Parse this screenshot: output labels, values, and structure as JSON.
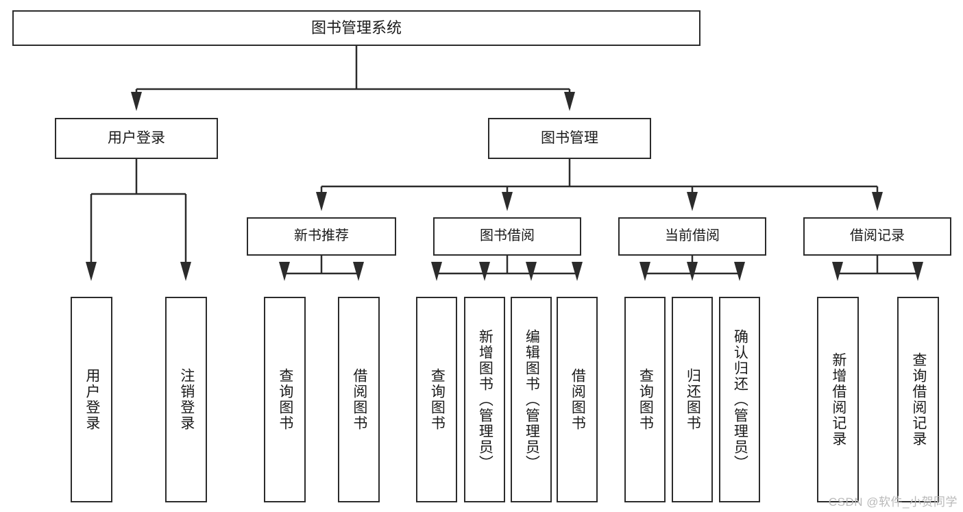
{
  "diagram": {
    "title": "图书管理系统",
    "watermark": "CSDN @软件_小贺同学",
    "root": {
      "label": "图书管理系统"
    },
    "level1": [
      {
        "label": "用户登录"
      },
      {
        "label": "图书管理"
      }
    ],
    "level2": [
      {
        "label": "新书推荐"
      },
      {
        "label": "图书借阅"
      },
      {
        "label": "当前借阅"
      },
      {
        "label": "借阅记录"
      }
    ],
    "leaves": {
      "user_login": [
        {
          "label": "用户登录"
        },
        {
          "label": "注销登录"
        }
      ],
      "new_book_recommend": [
        {
          "label": "查询图书"
        },
        {
          "label": "借阅图书"
        }
      ],
      "book_borrow": [
        {
          "label": "查询图书"
        },
        {
          "label": "新增图书（管理员）"
        },
        {
          "label": "编辑图书（管理员）"
        },
        {
          "label": "借阅图书"
        }
      ],
      "current_borrow": [
        {
          "label": "查询图书"
        },
        {
          "label": "归还图书"
        },
        {
          "label": "确认归还（管理员）"
        }
      ],
      "borrow_record": [
        {
          "label": "新增借阅记录"
        },
        {
          "label": "查询借阅记录"
        }
      ]
    },
    "colors": {
      "stroke": "#2b2b2b",
      "text": "#1a1a1a",
      "background": "#ffffff",
      "watermark": "#b9b9b9"
    }
  }
}
